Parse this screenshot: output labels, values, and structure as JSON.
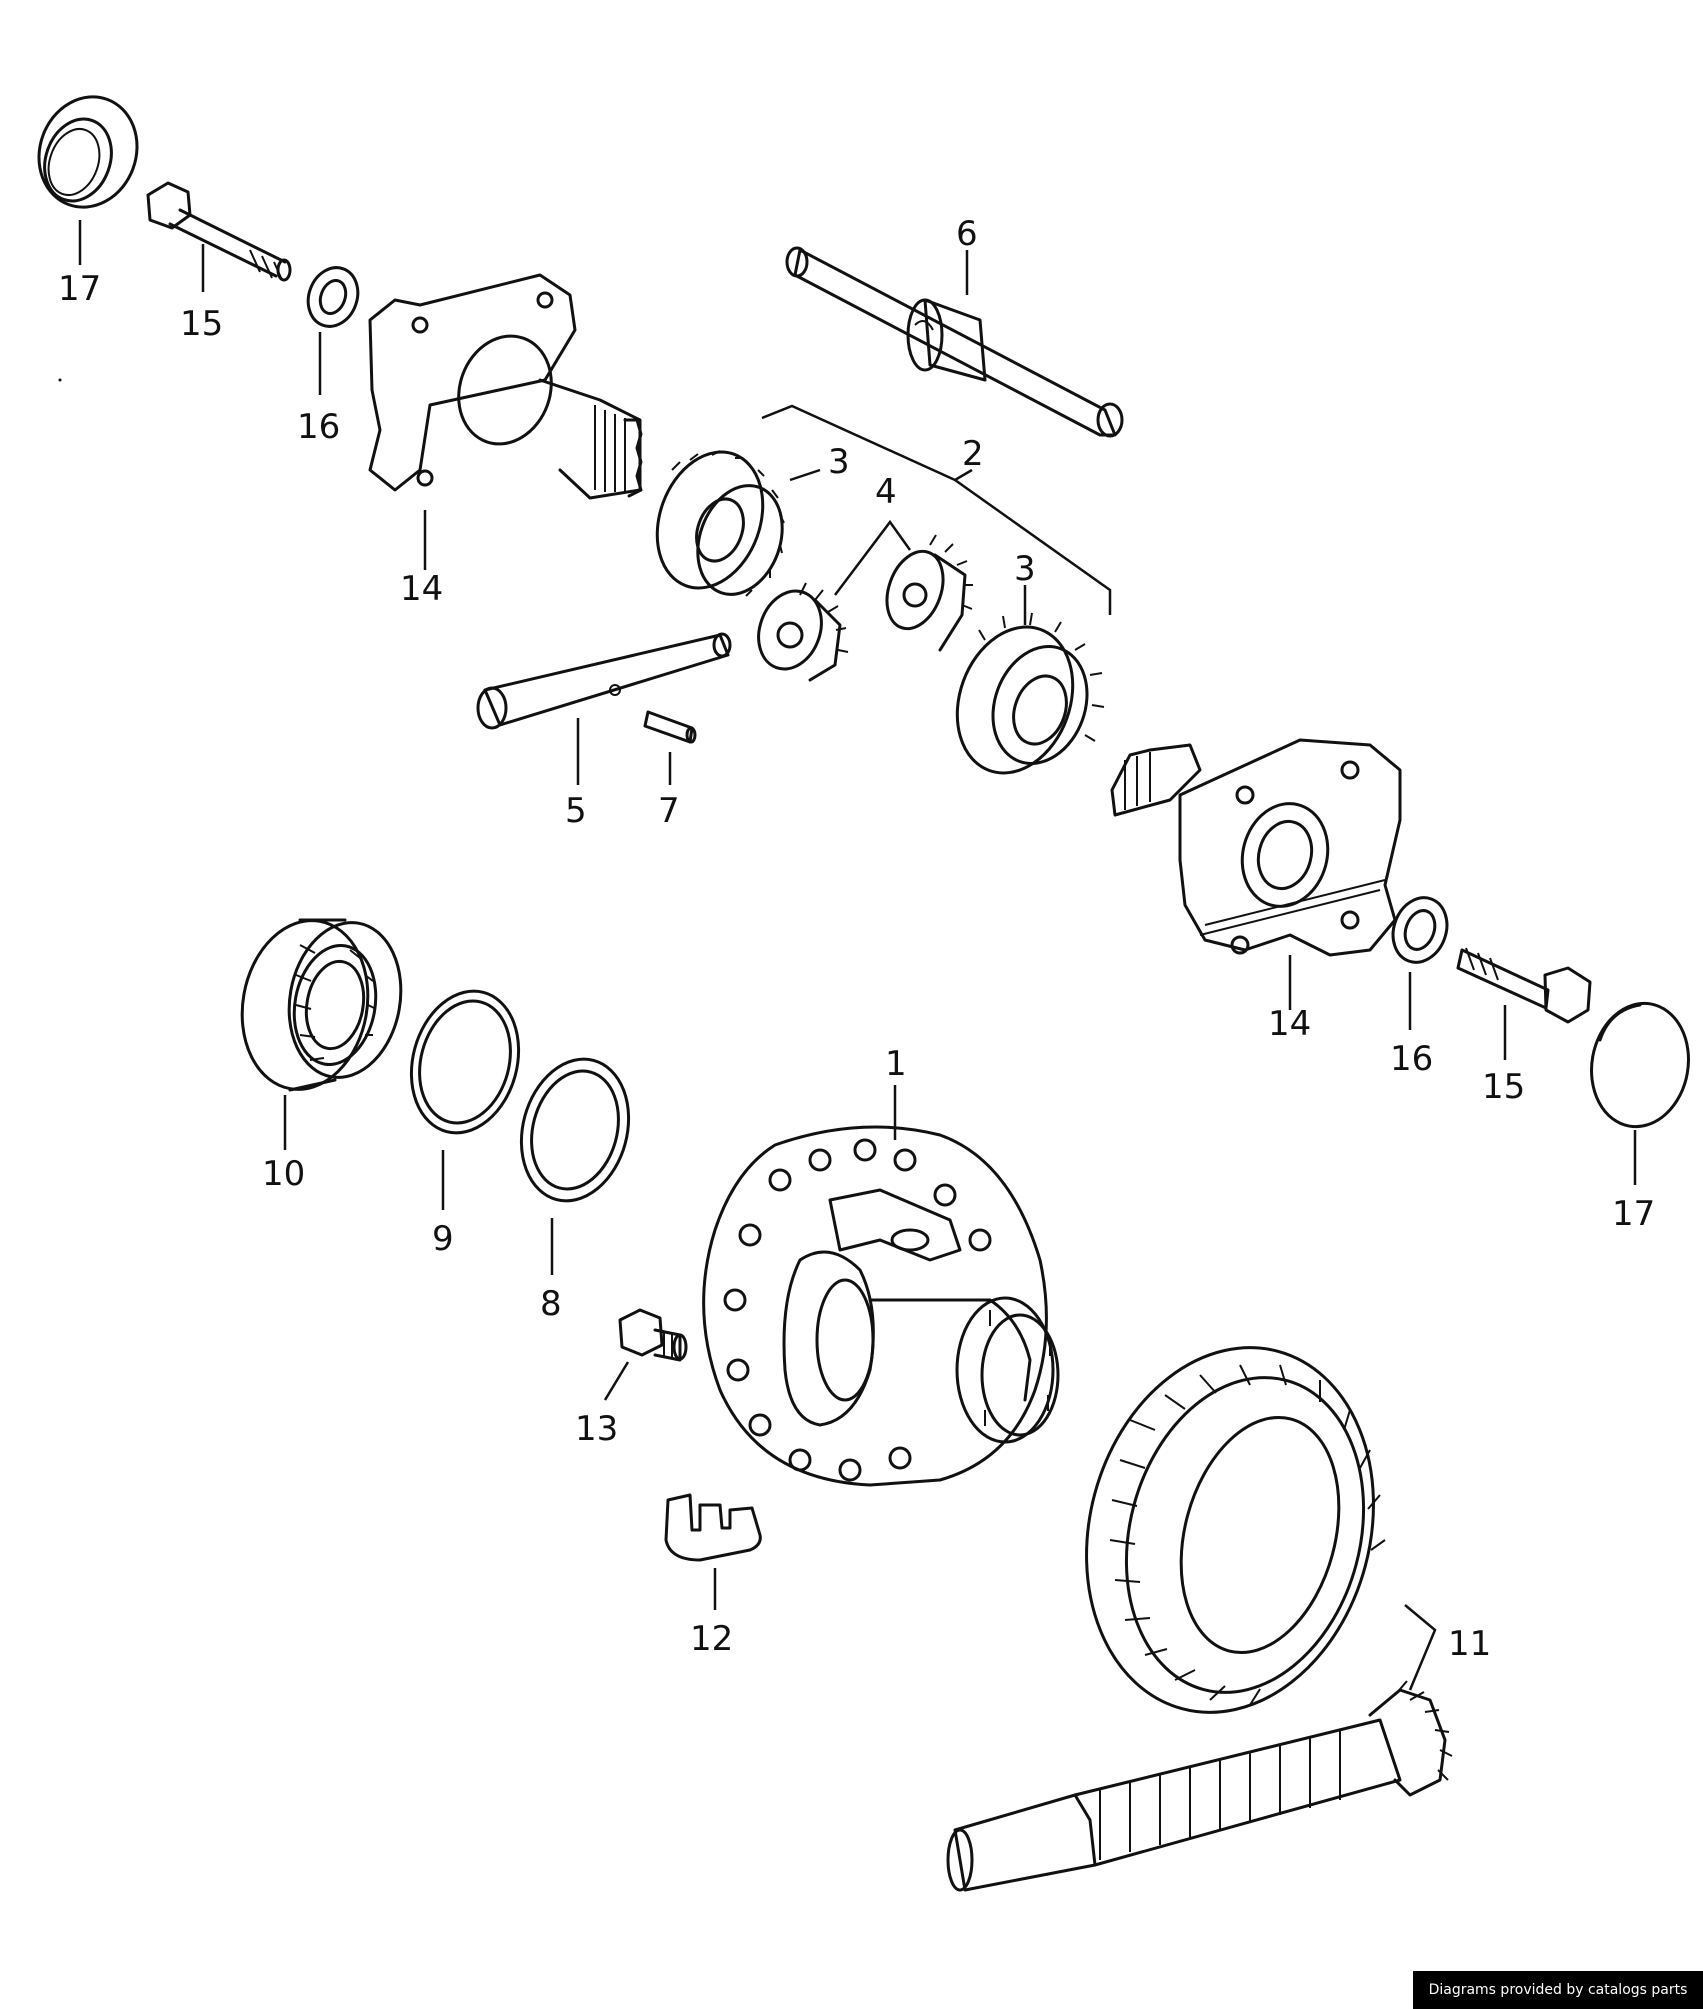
{
  "labels": {
    "p1": "1",
    "p2": "2",
    "p3a": "3",
    "p3b": "3",
    "p4": "4",
    "p5": "5",
    "p6": "6",
    "p7": "7",
    "p8": "8",
    "p9": "9",
    "p10": "10",
    "p11": "11",
    "p12": "12",
    "p13": "13",
    "p14a": "14",
    "p14b": "14",
    "p15a": "15",
    "p15b": "15",
    "p16a": "16",
    "p16b": "16",
    "p17a": "17",
    "p17b": "17"
  },
  "credit": "Diagrams provided by catalogs parts"
}
